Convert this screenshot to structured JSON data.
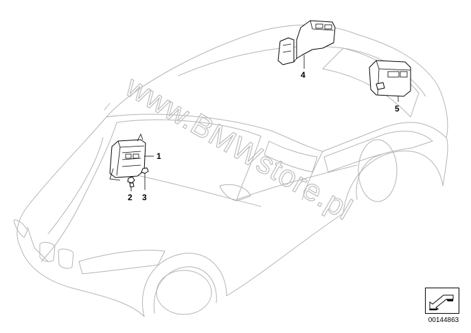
{
  "watermark": "www.BMWstore.pl",
  "callouts": [
    {
      "id": "1",
      "label": "1"
    },
    {
      "id": "2",
      "label": "2"
    },
    {
      "id": "3",
      "label": "3"
    },
    {
      "id": "4",
      "label": "4"
    },
    {
      "id": "5",
      "label": "5"
    }
  ],
  "diagram_id": "00144863",
  "logo_icon": "arrow-down-left-icon",
  "colors": {
    "outline": "#b3b3b3",
    "parts": "#000000",
    "watermark": "#bdbdbd"
  }
}
